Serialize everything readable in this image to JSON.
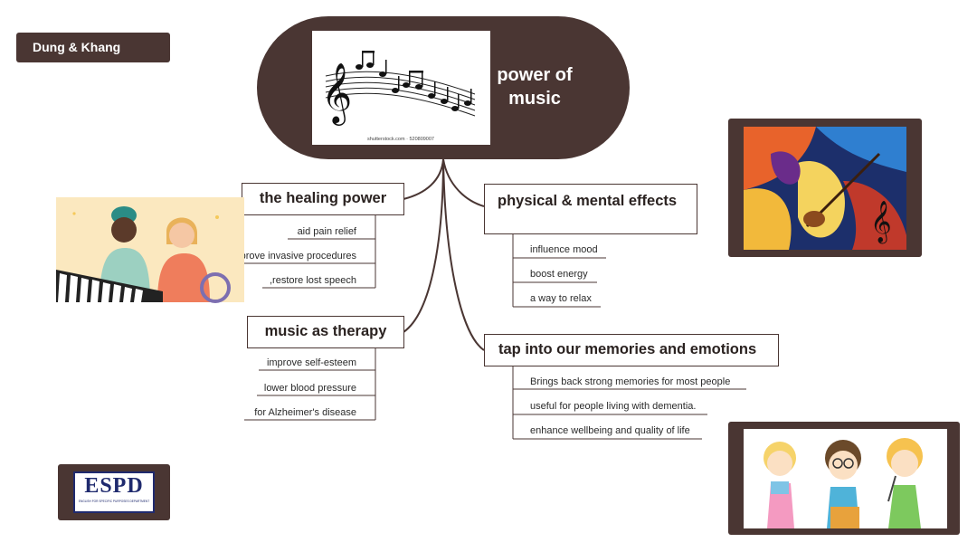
{
  "author": "Dung & Khang",
  "central": {
    "title": "power of music",
    "image_caption": "shutterstock.com · 520809007"
  },
  "branches": {
    "healing": {
      "title": "the healing power",
      "items": [
        "aid pain relief",
        "Improve invasive procedures",
        ",restore lost speech"
      ]
    },
    "therapy": {
      "title": "music as therapy",
      "items": [
        "improve self-esteem",
        "lower blood pressure",
        "for Alzheimer's disease"
      ]
    },
    "physical": {
      "title": "physical & mental effects",
      "items": [
        "influence mood",
        "boost energy",
        "a way to relax"
      ]
    },
    "memories": {
      "title": "tap into our memories and emotions",
      "items": [
        "Brings back strong memories for most people",
        "useful for people living with dementia.",
        "enhance wellbeing and quality of life"
      ]
    }
  },
  "logo": {
    "text": "ESPD",
    "subtext": "ENGLISH FOR SPECIFIC PURPOSES DEPARTMENT"
  },
  "colors": {
    "frame": "#4a3633",
    "connector": "#4a3633",
    "text": "#2a2220"
  }
}
